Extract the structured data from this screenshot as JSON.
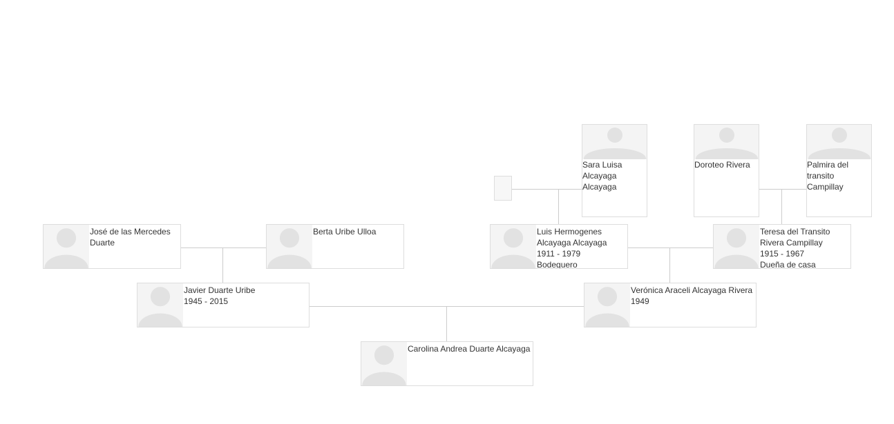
{
  "people": {
    "p_jose": {
      "name": "José de las Mercedes Duarte",
      "years": "",
      "occupation": ""
    },
    "p_berta": {
      "name": "Berta Uribe Ulloa",
      "years": "",
      "occupation": ""
    },
    "p_javier": {
      "name": "Javier Duarte Uribe",
      "years": "1945 - 2015",
      "occupation": ""
    },
    "p_carolina": {
      "name": "Carolina Andrea Duarte Alcayaga",
      "years": "",
      "occupation": ""
    },
    "p_luis": {
      "name": "Luis Hermogenes Alcayaga Alcayaga",
      "years": "1911 - 1979",
      "occupation": "Bodeguero"
    },
    "p_sara": {
      "name": "Sara Luisa Alcayaga Alcayaga",
      "years": "",
      "occupation": ""
    },
    "p_doroteo": {
      "name": "Doroteo Rivera",
      "years": "",
      "occupation": ""
    },
    "p_palmira": {
      "name": "Palmira del transito Campillay",
      "years": "",
      "occupation": ""
    },
    "p_teresa": {
      "name": "Teresa del Transito Rivera Campillay",
      "years": "1915 - 1967",
      "occupation": "Dueña de casa"
    },
    "p_veronica": {
      "name": "Verónica Araceli Alcayaga Rivera",
      "years": "1949",
      "occupation": ""
    }
  },
  "icons": {
    "avatar": "person-silhouette-icon"
  },
  "colors": {
    "line": "#cccccc",
    "card_border": "#dddddd",
    "avatar_bg": "#f4f4f4",
    "avatar_fg": "#e2e2e2"
  }
}
